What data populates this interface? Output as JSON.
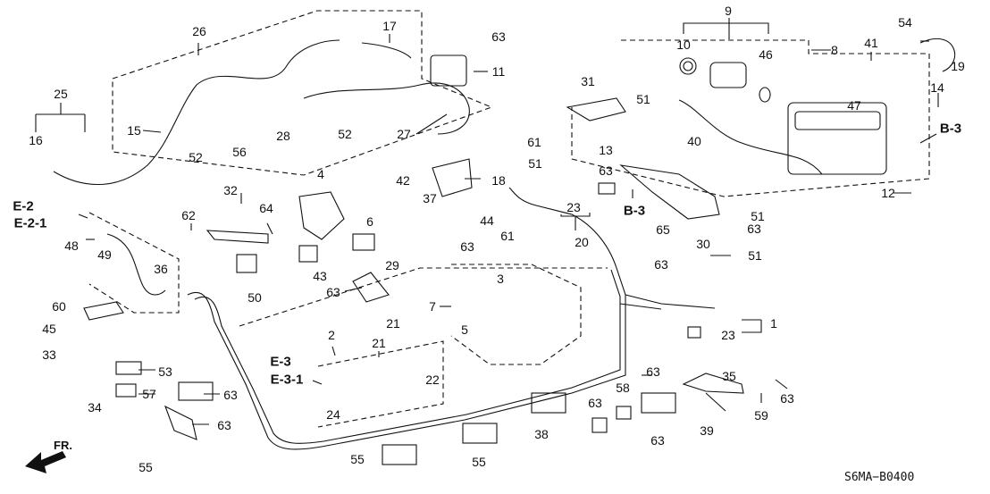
{
  "callouts": [
    "26",
    "17",
    "63",
    "11",
    "25",
    "16",
    "15",
    "52",
    "56",
    "28",
    "52",
    "27",
    "9",
    "10",
    "46",
    "8",
    "41",
    "54",
    "19",
    "14",
    "47",
    "31",
    "51",
    "40",
    "13",
    "61",
    "51",
    "18",
    "63",
    "12",
    "51",
    "63",
    "65",
    "23",
    "20",
    "30",
    "51",
    "63",
    "1",
    "23",
    "4",
    "32",
    "42",
    "37",
    "44",
    "61",
    "63",
    "29",
    "62",
    "64",
    "6",
    "43",
    "50",
    "63",
    "21",
    "3",
    "7",
    "5",
    "2",
    "21",
    "22",
    "24",
    "48",
    "49",
    "36",
    "60",
    "45",
    "33",
    "53",
    "57",
    "63",
    "34",
    "63",
    "55",
    "55",
    "55",
    "38",
    "58",
    "63",
    "63",
    "63",
    "35",
    "39",
    "59",
    "63"
  ],
  "section_refs": [
    "E-2",
    "E-2-1",
    "B-3",
    "B-3",
    "E-3",
    "E-3-1"
  ],
  "front_label": "FR.",
  "diagram_code": "S6MA−B0400"
}
